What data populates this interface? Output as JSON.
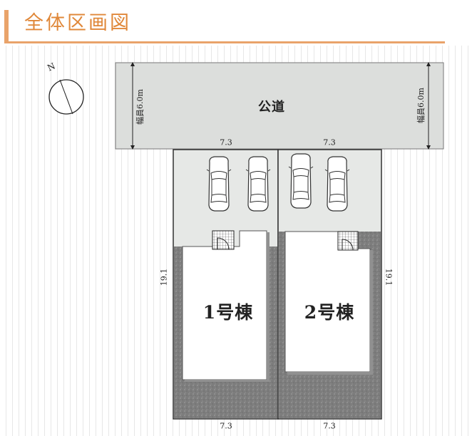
{
  "header": {
    "title": "全体区画図"
  },
  "compass": {
    "north_label": "N",
    "icon": "north-arrow-icon"
  },
  "road": {
    "name": "公道",
    "width_label_left": "幅員6.0m",
    "width_label_right": "幅員6.0m"
  },
  "lots": [
    {
      "name": "1号棟",
      "frontage_label": "7.3",
      "rear_label": "7.3",
      "depth_label": "19.1"
    },
    {
      "name": "2号棟",
      "frontage_label": "7.3",
      "rear_label": "7.3",
      "depth_label": "19.1"
    }
  ],
  "colors": {
    "accent": "#e0883a",
    "road": "#dcdedc",
    "parking": "#e6e8e6",
    "gravel": "#7d7d7d",
    "house_shadow": "#909090"
  }
}
